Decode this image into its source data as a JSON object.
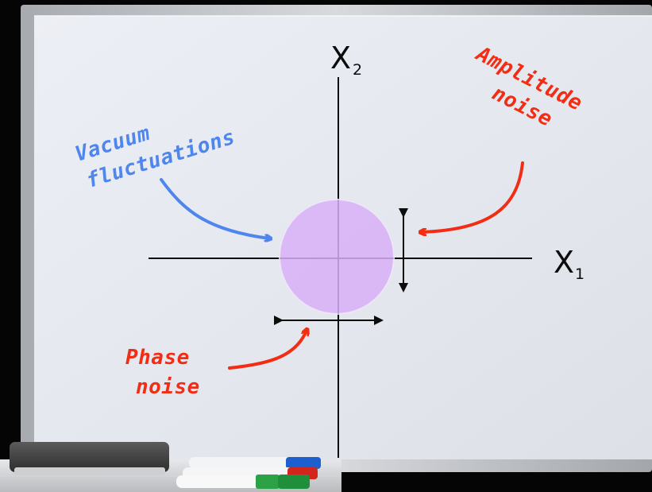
{
  "axes": {
    "x_axis": {
      "letter": "X",
      "subscript": "1"
    },
    "y_axis": {
      "letter": "X",
      "subscript": "2"
    }
  },
  "labels": {
    "vacuum": {
      "lines": [
        "Vacuum",
        "fluctuations"
      ],
      "color": "#4f86ee"
    },
    "amplitude": {
      "lines": [
        "Amplitude",
        "noise"
      ],
      "color": "#f32d14"
    },
    "phase": {
      "lines": [
        "Phase",
        "noise"
      ],
      "color": "#f32d14"
    }
  },
  "colors": {
    "board": "#e6e9f0",
    "frame": "#bfc2c6",
    "circle_fill": "#d9b4f6",
    "circle_edge": "#ece6f6",
    "ink": "#0c0c0c"
  }
}
